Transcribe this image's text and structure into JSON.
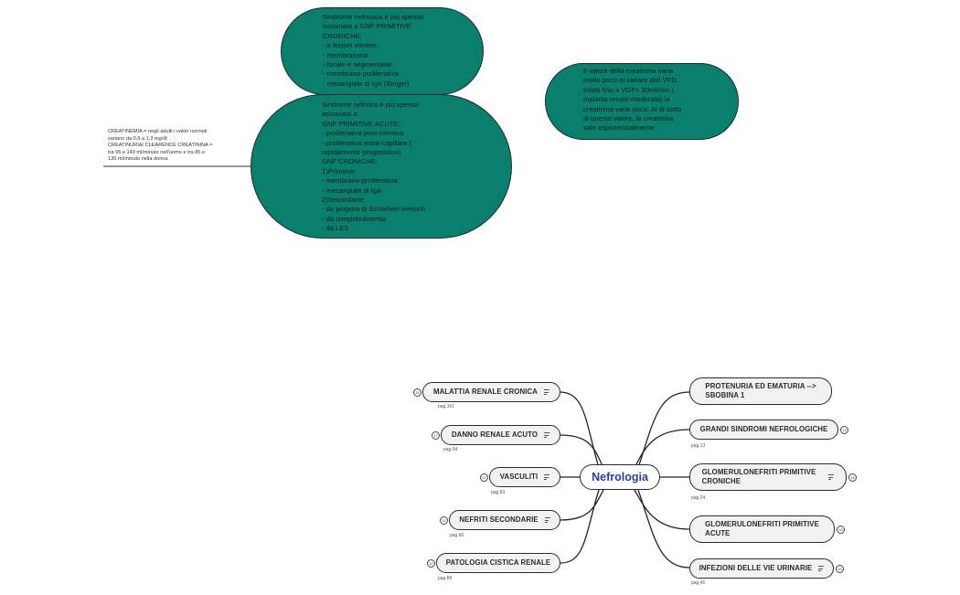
{
  "central": {
    "label": "Nefrologia"
  },
  "left_topics": [
    {
      "label": "MALATTIA RENALE CRONICA",
      "badge": "15",
      "page": "pag.101"
    },
    {
      "label": "DANNO RENALE ACUTO",
      "badge": "17",
      "page": "pag.94"
    },
    {
      "label": "VASCULITI",
      "badge": "22",
      "page": "pag.83"
    },
    {
      "label": "NEFRITI SECONDARIE",
      "badge": "11",
      "page": "pag.60"
    },
    {
      "label": "PATOLOGIA CISTICA RENALE",
      "badge": "11",
      "page": "pag.88"
    }
  ],
  "right_topics": [
    {
      "label": "PROTENURIA ED EMATURIA -->\nSBOBINA 1"
    },
    {
      "label": "GRANDI SINDROMI NEFROLOGICHE",
      "badge": "13",
      "page": "pag.13"
    },
    {
      "label": "GLOMERULONEFRITI PRIMITIVE\nCRONICHE",
      "badge": "18",
      "page": "pag.24"
    },
    {
      "label": "GLOMERULONEFRITI PRIMITIVE\nACUTE",
      "badge": "10"
    },
    {
      "label": "INFEZIONI DELLE VIE URINARIE",
      "badge": "19",
      "page": "pag.45"
    }
  ],
  "notes": {
    "nefrosica": "Sindrome nefrosica è più spesso\nassociata a GNF PRIMITIVE\nCRONICHE:\n- a lesioni minime\n- membranosa\n- focale e segmentaria\n- membrano-proliferativa\n- mesangiale di IgA (Berger)",
    "nefritica": "Sindrome nefritica è più spesso\nassociata a:\nGNF PRIMITIVE ACUTE:\n- proliferativa post-infettiva\n- proliferativa extra-capillare (\nrapidamente progressiva)\nGNF CRONICHE:\n1)Primitive:\n- membrano-proliferativa\n- mesangiale di IgA\n2)Secondarie:\n- da porpora di Schonlein Henoch\n- da crioglobulinemia\n- da LES",
    "creatinina": "Il valore della creatinina varia\nmolto poco al variare dell VFG.\nInfatti fino a VGF= 30ml/min (\nmalattia renale moderata) la\ncreatinina varia poco. Al di sotto\ndi questo valore, la creatinina\nsale esponenzialmente",
    "creatinemia": "CREATINEMIA = negli adulti i valori normali\nvariano da 0,6 a 1,3 mg/dl\nCREATINURIA/ CLEARENCE CREATININA =\ntra 95 e 140 ml/minuto nell'uomo e tra 85 e\n130 ml/minuto nella donna"
  },
  "colors": {
    "blob": "#0b7f6e",
    "central_text": "#2c3e9c",
    "topic_bg": "#f2f2f2"
  }
}
